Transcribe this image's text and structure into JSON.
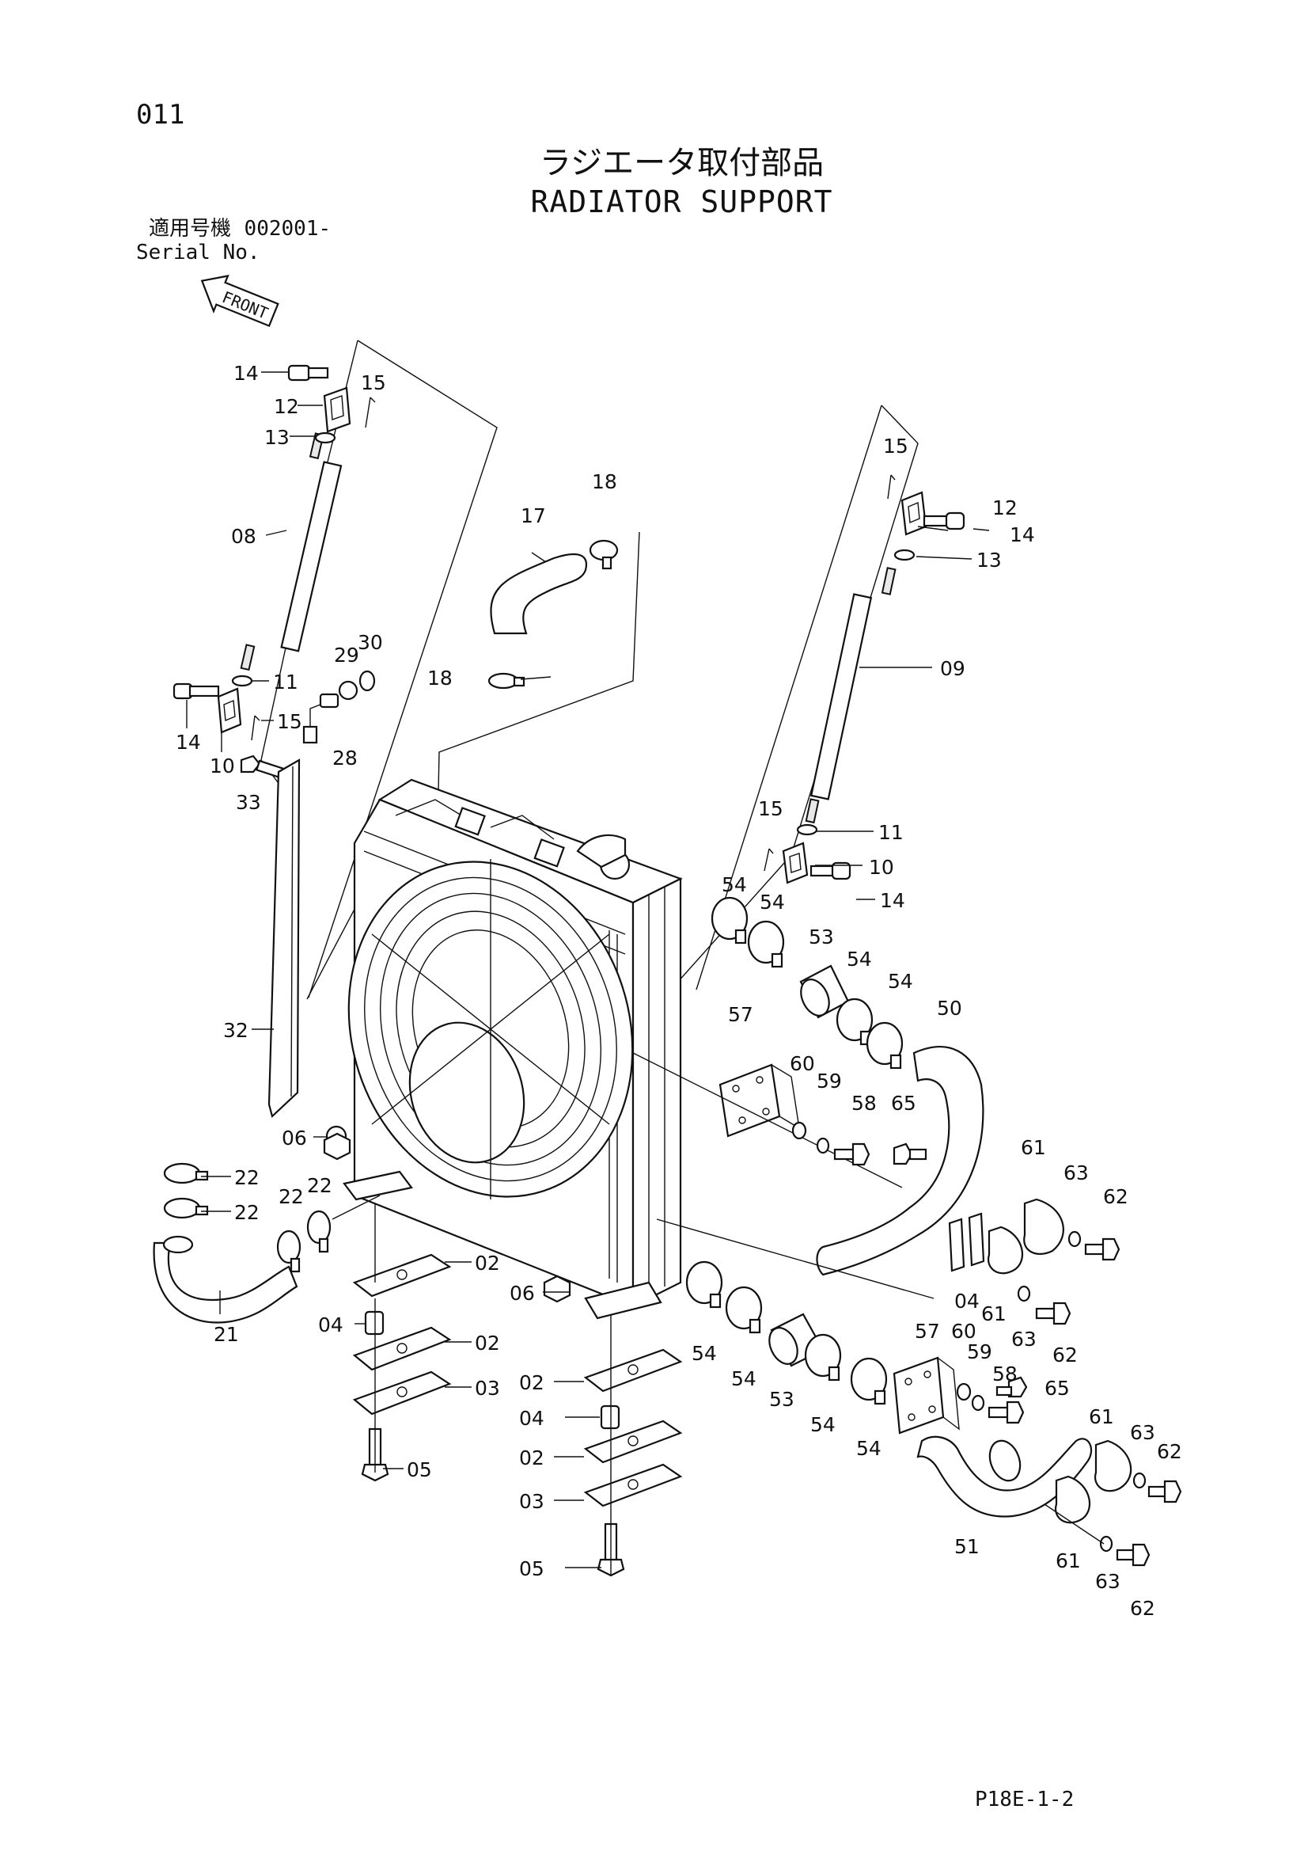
{
  "header": {
    "page_number": "011",
    "title_jp": "ラジエータ取付部品",
    "title_en": "RADIATOR SUPPORT",
    "serial_label_jp": "適用号機",
    "serial_value": "002001-",
    "serial_label_en": "Serial No.",
    "front_label": "FRONT"
  },
  "footer": {
    "drawing_code": "P18E-1-2"
  },
  "callouts": [
    {
      "label": "14"
    },
    {
      "label": "12"
    },
    {
      "label": "15"
    },
    {
      "label": "13"
    },
    {
      "label": "08"
    },
    {
      "label": "11"
    },
    {
      "label": "14"
    },
    {
      "label": "10"
    },
    {
      "label": "15"
    },
    {
      "label": "33"
    },
    {
      "label": "29"
    },
    {
      "label": "30"
    },
    {
      "label": "28"
    },
    {
      "label": "17"
    },
    {
      "label": "18"
    },
    {
      "label": "18"
    },
    {
      "label": "15"
    },
    {
      "label": "12"
    },
    {
      "label": "14"
    },
    {
      "label": "13"
    },
    {
      "label": "09"
    },
    {
      "label": "15"
    },
    {
      "label": "11"
    },
    {
      "label": "10"
    },
    {
      "label": "14"
    },
    {
      "label": "32"
    },
    {
      "label": "06"
    },
    {
      "label": "22"
    },
    {
      "label": "22"
    },
    {
      "label": "22"
    },
    {
      "label": "22"
    },
    {
      "label": "21"
    },
    {
      "label": "02"
    },
    {
      "label": "06"
    },
    {
      "label": "04"
    },
    {
      "label": "02"
    },
    {
      "label": "03"
    },
    {
      "label": "05"
    },
    {
      "label": "02"
    },
    {
      "label": "04"
    },
    {
      "label": "02"
    },
    {
      "label": "03"
    },
    {
      "label": "05"
    },
    {
      "label": "54"
    },
    {
      "label": "54"
    },
    {
      "label": "53"
    },
    {
      "label": "54"
    },
    {
      "label": "54"
    },
    {
      "label": "50"
    },
    {
      "label": "57"
    },
    {
      "label": "60"
    },
    {
      "label": "59"
    },
    {
      "label": "58"
    },
    {
      "label": "65"
    },
    {
      "label": "61"
    },
    {
      "label": "63"
    },
    {
      "label": "62"
    },
    {
      "label": "04"
    },
    {
      "label": "61"
    },
    {
      "label": "63"
    },
    {
      "label": "62"
    },
    {
      "label": "54"
    },
    {
      "label": "54"
    },
    {
      "label": "53"
    },
    {
      "label": "54"
    },
    {
      "label": "54"
    },
    {
      "label": "57"
    },
    {
      "label": "60"
    },
    {
      "label": "59"
    },
    {
      "label": "58"
    },
    {
      "label": "65"
    },
    {
      "label": "61"
    },
    {
      "label": "63"
    },
    {
      "label": "62"
    },
    {
      "label": "51"
    },
    {
      "label": "61"
    },
    {
      "label": "63"
    },
    {
      "label": "62"
    }
  ]
}
